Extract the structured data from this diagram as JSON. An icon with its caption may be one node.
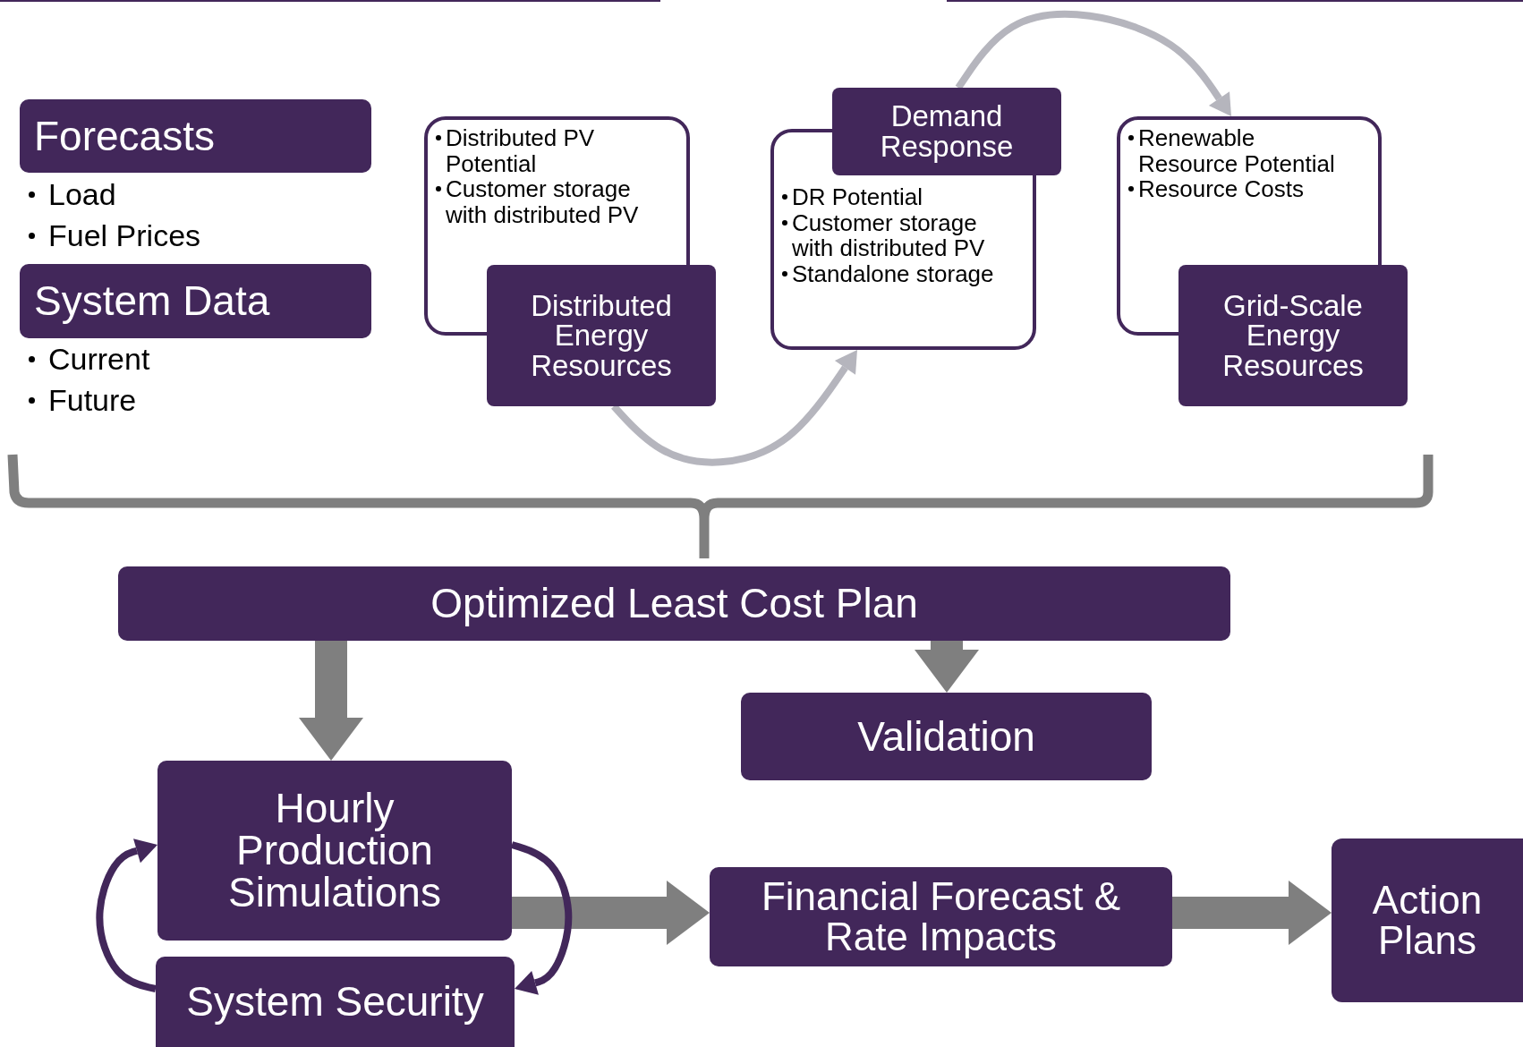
{
  "diagram": {
    "nodes": [
      {
        "text": [
          "Forecasts"
        ],
        "beside": [
          "Load",
          "Fuel Prices"
        ]
      },
      {
        "text": [
          "System Data"
        ],
        "beside": [
          "Current",
          "Future"
        ]
      },
      {
        "text": [
          "Distributed PV Potential",
          "Customer storage with distributed PV",
          "Distributed Energy Resources"
        ]
      },
      {
        "text": [
          "Demand Response",
          "DR Potential",
          "Customer storage with distributed PV",
          "Standalone storage"
        ]
      },
      {
        "text": [
          "Renewable Resource Potential",
          "Resource Costs",
          "Grid-Scale Energy Resources"
        ]
      },
      {
        "text": [
          "Optimized Least Cost Plan"
        ]
      },
      {
        "text": [
          "Validation"
        ]
      },
      {
        "text": [
          "Hourly Production Simulations"
        ]
      },
      {
        "text": [
          "System Security"
        ]
      },
      {
        "text": [
          "Financial Forecast & Rate Impacts"
        ]
      },
      {
        "text": [
          "Action Plans"
        ]
      }
    ],
    "edges": [
      {
        "from": 2,
        "to": 3,
        "arrow": "to",
        "color": "#b5b5bd"
      },
      {
        "from": 3,
        "to": 4,
        "arrow": "to",
        "color": "#b5b5bd"
      },
      {
        "from": 5,
        "to": 7,
        "arrow": "to",
        "style": "thick"
      },
      {
        "from": 5,
        "to": 6,
        "arrow": "to",
        "style": "thick"
      },
      {
        "from": 7,
        "to": 9,
        "arrow": "to",
        "style": "thick"
      },
      {
        "from": 9,
        "to": 10,
        "arrow": "to",
        "style": "thick"
      },
      {
        "from": 8,
        "to": 7,
        "arrow": "to",
        "color": "#42275a"
      },
      {
        "from": 7,
        "to": 8,
        "arrow": "to",
        "color": "#42275a"
      }
    ]
  }
}
